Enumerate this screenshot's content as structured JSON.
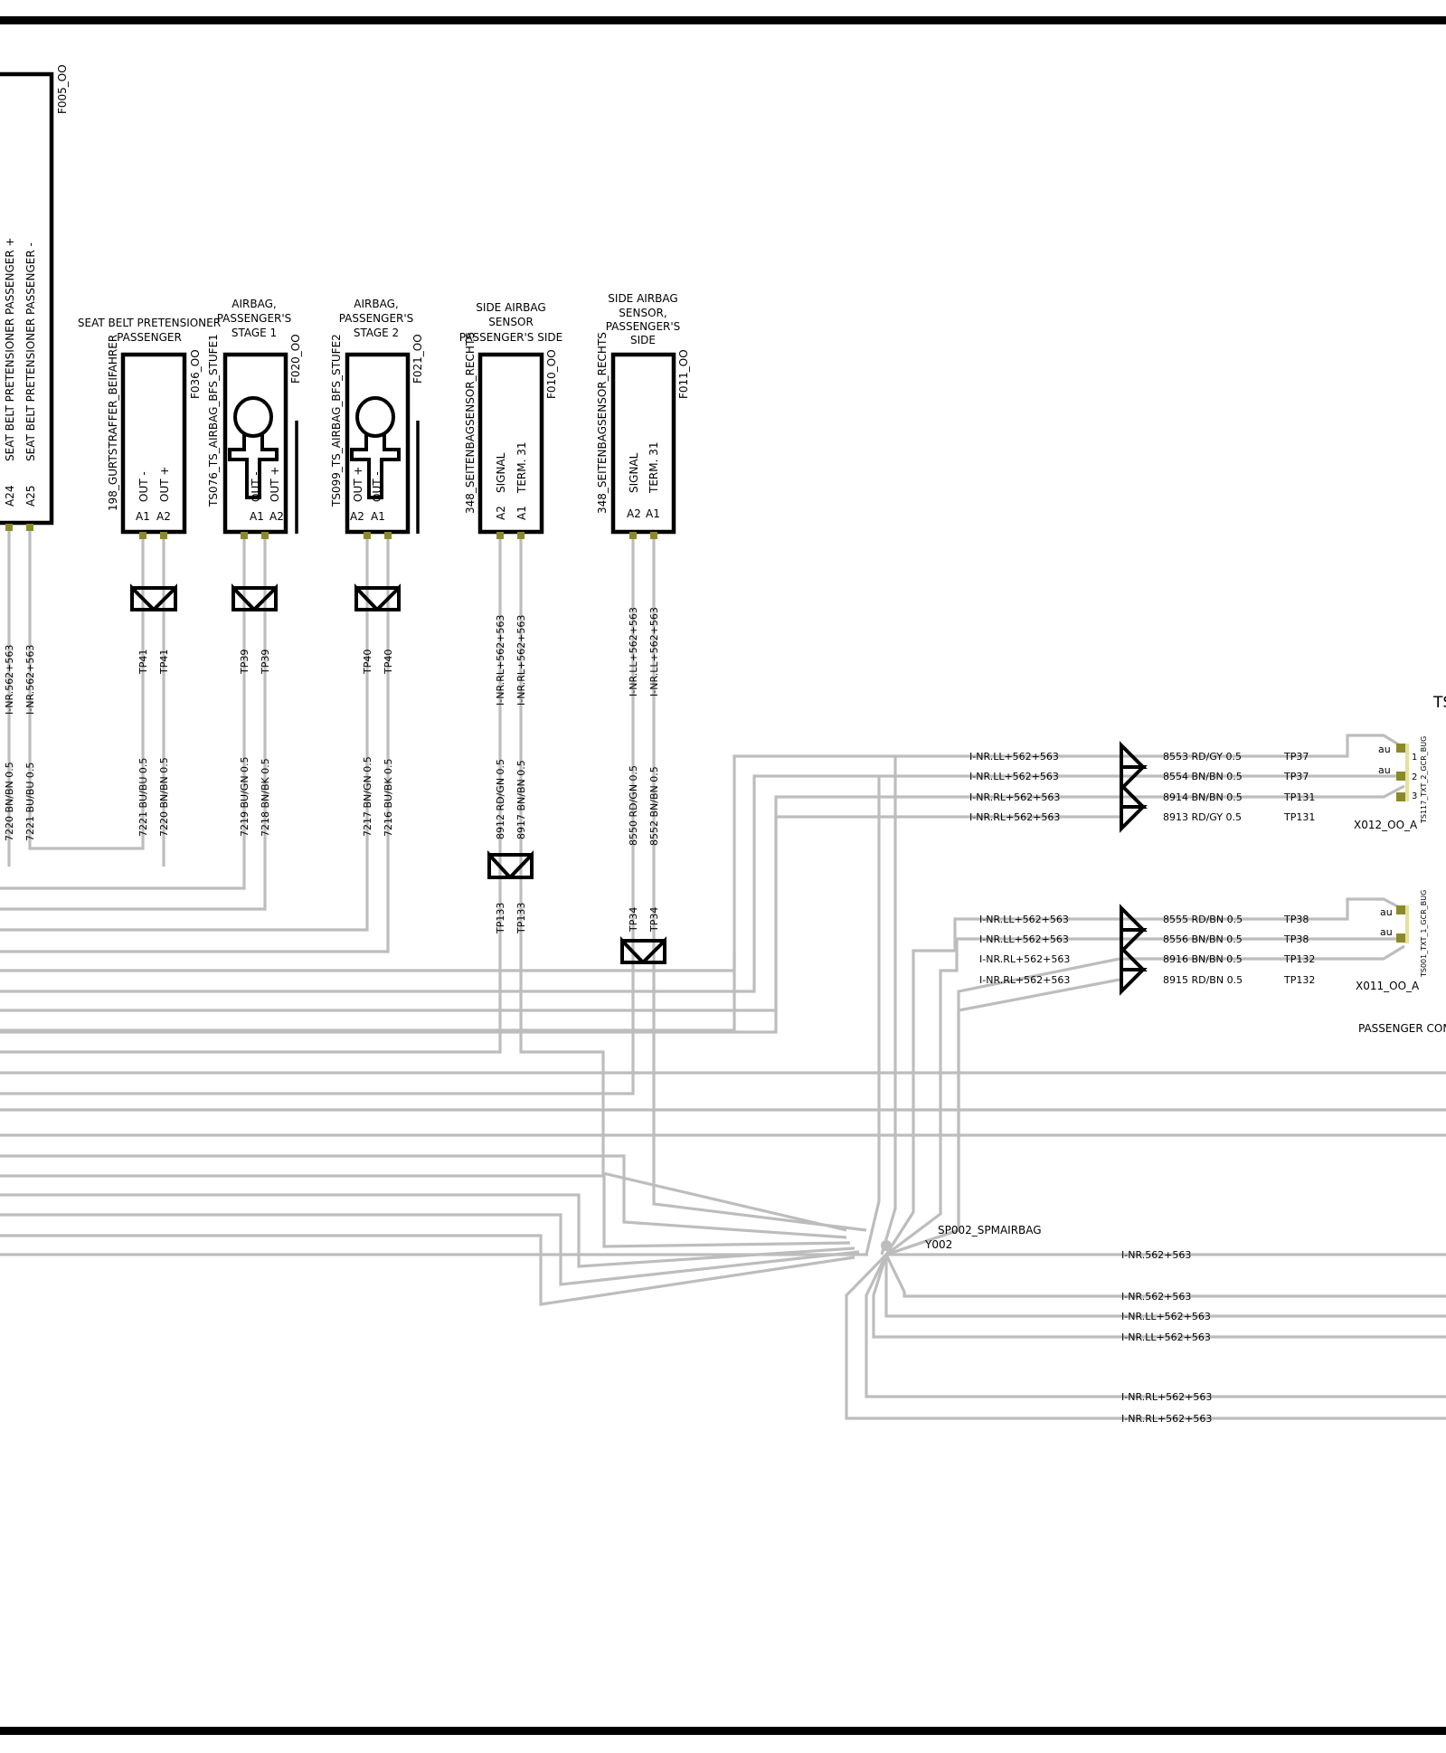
{
  "control_unit": {
    "id": "F005_OO",
    "pins": [
      {
        "pin": "A24",
        "function": "SEAT BELT PRETENSIONER  PASSENGER  +"
      },
      {
        "pin": "A25",
        "function": "SEAT BELT PRETENSIONER  PASSENGER  -"
      }
    ]
  },
  "components": [
    {
      "key": "c1",
      "title": [
        "SEAT BELT PRETENSIONER",
        "PASSENGER"
      ],
      "code": "198_GURTSTRAFFER_BEIFAHRER",
      "id": "F036_OO",
      "pins": [
        {
          "pin": "A1",
          "signal": "OUT -"
        },
        {
          "pin": "A2",
          "signal": "OUT +"
        }
      ]
    },
    {
      "key": "c2",
      "title": [
        "AIRBAG,",
        "PASSENGER'S",
        "STAGE 1"
      ],
      "code": "TS076_TS_AIRBAG_BFS_STUFE1",
      "id": "F020_OO",
      "pins": [
        {
          "pin": "A1",
          "signal": "OUT -"
        },
        {
          "pin": "A2",
          "signal": "OUT +"
        }
      ]
    },
    {
      "key": "c3",
      "title": [
        "AIRBAG,",
        "PASSENGER'S",
        "STAGE 2"
      ],
      "code": "TS099_TS_AIRBAG_BFS_STUFE2",
      "id": "F021_OO",
      "pins": [
        {
          "pin": "A2",
          "signal": "OUT +"
        },
        {
          "pin": "A1",
          "signal": "OUT -"
        }
      ]
    },
    {
      "key": "c4",
      "title": [
        "SIDE AIRBAG",
        "SENSOR",
        "PASSENGER'S SIDE"
      ],
      "code": "348_SEITENBAGSENSOR_RECHTS",
      "id": "F010_OO",
      "pins": [
        {
          "pin": "A2",
          "signal": "SIGNAL"
        },
        {
          "pin": "A1",
          "signal": "TERM. 31"
        }
      ]
    },
    {
      "key": "c5",
      "title": [
        "SIDE AIRBAG",
        "SENSOR,",
        "PASSENGER'S",
        "SIDE"
      ],
      "code": "348_SEITENBAGSENSOR_RECHTS",
      "id": "F011_OO",
      "pins": [
        {
          "pin": "A2",
          "signal": "SIGNAL"
        },
        {
          "pin": "A1",
          "signal": "TERM. 31"
        }
      ]
    }
  ],
  "wires": {
    "w_a24": {
      "circuit": "I-NR.562+563",
      "number": "7220 BN/BN 0.5"
    },
    "w_a25": {
      "circuit": "I-NR.562+563",
      "number": "7221 BU/BU 0.5"
    },
    "w_c1a": {
      "tp": "TP41",
      "number": "7221 BU/BU 0.5"
    },
    "w_c1b": {
      "tp": "TP41",
      "number": "7220 BN/BN 0.5"
    },
    "w_c2a": {
      "tp": "TP39",
      "number": "7219 BU/GN 0.5"
    },
    "w_c2b": {
      "tp": "TP39",
      "number": "7218 BN/BK 0.5"
    },
    "w_c3a": {
      "tp": "TP40",
      "number": "7217 BN/GN 0.5"
    },
    "w_c3b": {
      "tp": "TP40",
      "number": "7216 BU/BK 0.5"
    },
    "w_c4a": {
      "circuit": "I-NR.RL+562+563",
      "number": "8912 RD/GN 0.5",
      "tp": "TP133"
    },
    "w_c4b": {
      "circuit": "I-NR.RL+562+563",
      "number": "8917 BN/BN 0.5",
      "tp": "TP133"
    },
    "w_c5a": {
      "circuit": "I-NR.LL+562+563",
      "number": "8550 RD/GN 0.5",
      "tp": "TP34"
    },
    "w_c5b": {
      "circuit": "I-NR.LL+562+563",
      "number": "8552 BN/BN 0.5",
      "tp": "TP34"
    }
  },
  "connector_x012": {
    "id": "X012_OO_A",
    "title_fragment": "TS",
    "vertical_code": "TS117_TXT_2_GCR_BUG",
    "pin_labels": [
      "1",
      "2",
      "3"
    ],
    "au": [
      "au",
      "au"
    ],
    "rows": [
      {
        "circuit": "I-NR.LL+562+563",
        "wire": "8553 RD/GY 0.5",
        "tp": "TP37"
      },
      {
        "circuit": "I-NR.LL+562+563",
        "wire": "8554 BN/BN 0.5",
        "tp": "TP37"
      },
      {
        "circuit": "I-NR.RL+562+563",
        "wire": "8914 BN/BN 0.5",
        "tp": "TP131"
      },
      {
        "circuit": "I-NR.RL+562+563",
        "wire": "8913 RD/GY 0.5",
        "tp": "TP131"
      }
    ]
  },
  "connector_x011": {
    "id": "X011_OO_A",
    "vertical_code": "TS001_TXT_1_GCR_BUG",
    "au": [
      "au",
      "au"
    ],
    "rows": [
      {
        "circuit": "I-NR.LL+562+563",
        "wire": "8555 RD/BN 0.5",
        "tp": "TP38"
      },
      {
        "circuit": "I-NR.LL+562+563",
        "wire": "8556 BN/BN 0.5",
        "tp": "TP38"
      },
      {
        "circuit": "I-NR.RL+562+563",
        "wire": "8916 BN/BN 0.5",
        "tp": "TP132"
      },
      {
        "circuit": "I-NR.RL+562+563",
        "wire": "8915 RD/BN 0.5",
        "tp": "TP132"
      }
    ]
  },
  "footer_text": "PASSENGER COMP",
  "splice": {
    "name": "SP002_SPMAIRBAG",
    "id": "Y002"
  },
  "splice_outputs": [
    "I-NR.562+563",
    "I-NR.562+563",
    "I-NR.LL+562+563",
    "I-NR.LL+562+563",
    "I-NR.RL+562+563",
    "I-NR.RL+562+563"
  ],
  "colors": {
    "wire": "#bdbdbd",
    "outline": "#000000",
    "pin": "#8b8a2a"
  }
}
